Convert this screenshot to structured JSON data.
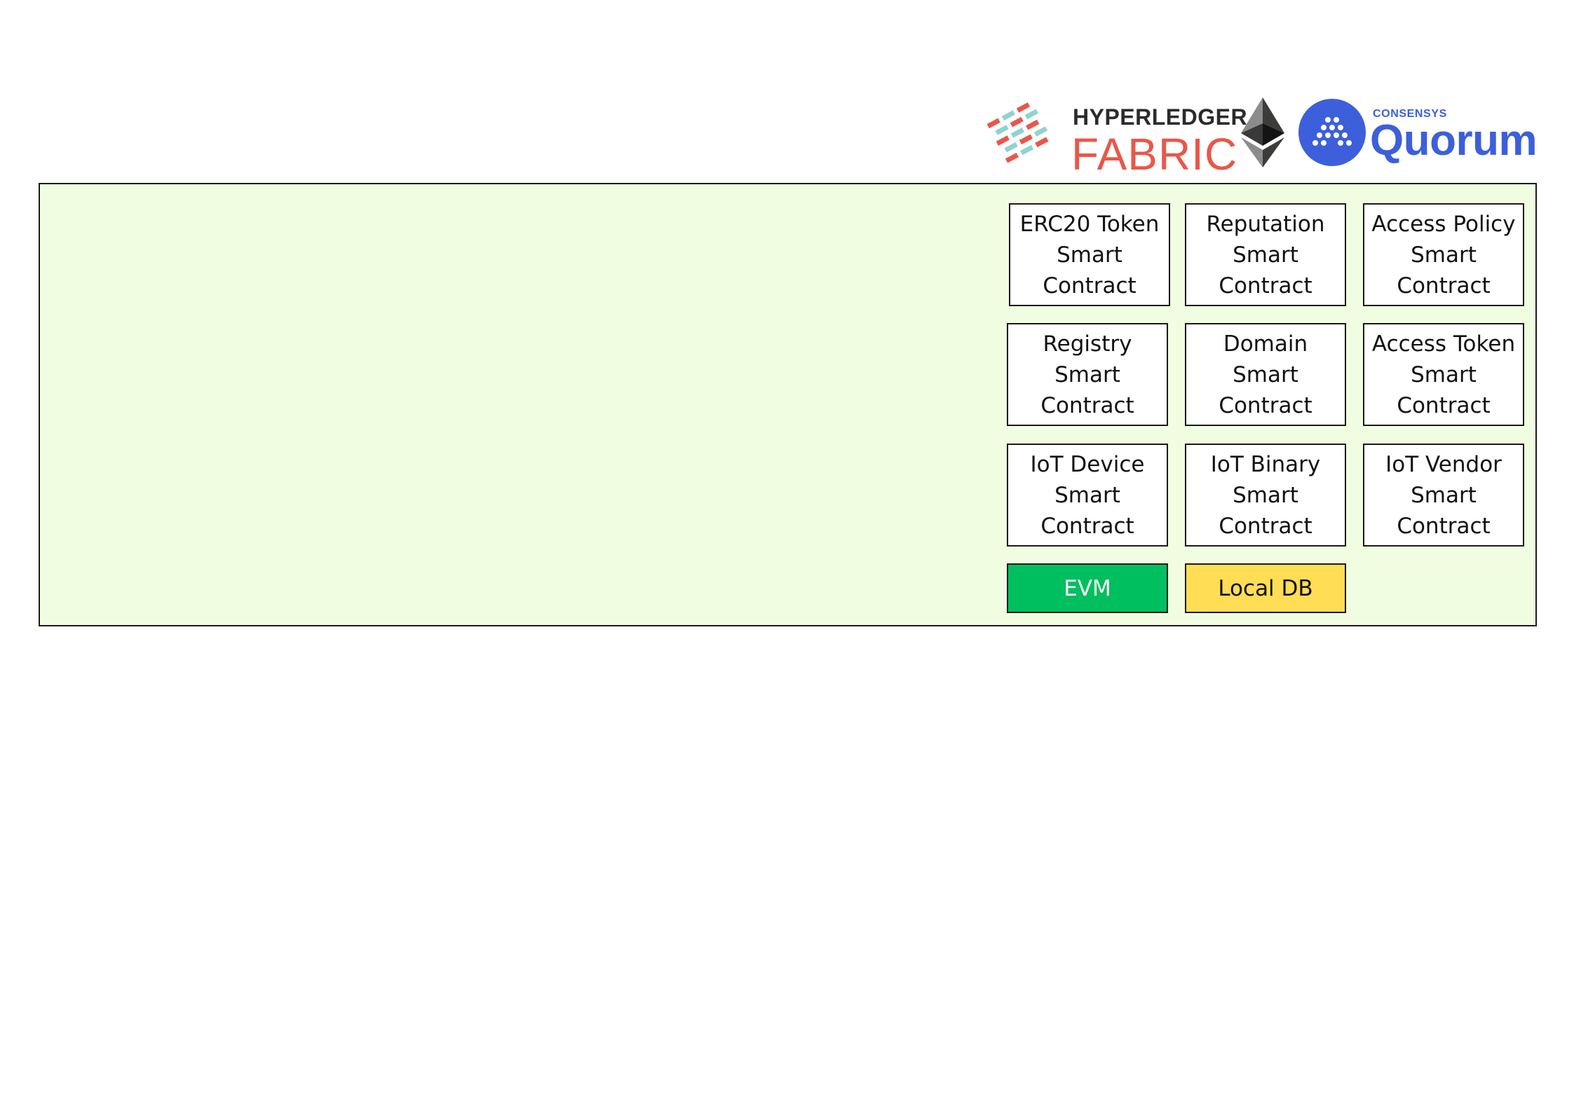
{
  "logos": {
    "hyperledger_fabric": {
      "line1": "HYPERLEDGER",
      "line2": "FABRIC",
      "icon": "fabric-weave-icon"
    },
    "ethereum": {
      "icon": "ethereum-icon"
    },
    "quorum": {
      "small": "CONSENSYS",
      "name": "Quorum",
      "icon": "quorum-dots-icon"
    }
  },
  "colors": {
    "panel_bg": "#f1fde0",
    "evm_bg": "#00bf5f",
    "local_db_bg": "#ffdd55",
    "fabric_red": "#e8574a",
    "fabric_teal": "#8fd3cf",
    "quorum_blue": "#3d5fdb"
  },
  "components": {
    "erc20": "ERC20 Token\nSmart\nContract",
    "reputation": "Reputation\nSmart\nContract",
    "access_policy": "Access Policy\nSmart\nContract",
    "registry": "Registry\nSmart\nContract",
    "domain": "Domain\nSmart\nContract",
    "access_token": "Access Token\nSmart\nContract",
    "iot_device": "IoT Device\nSmart\nContract",
    "iot_binary": "IoT Binary\nSmart\nContract",
    "iot_vendor": "IoT Vendor\nSmart\nContract",
    "evm": "EVM",
    "local_db": "Local DB"
  }
}
